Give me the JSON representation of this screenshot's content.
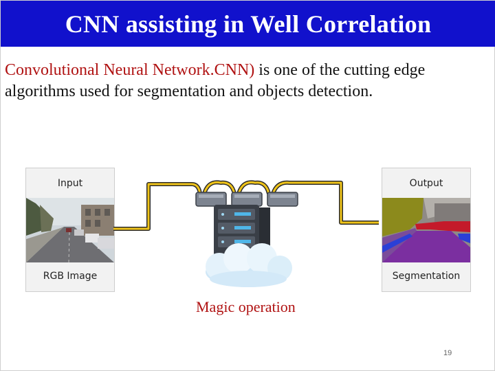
{
  "slide": {
    "title": "CNN assisting in Well Correlation",
    "body": {
      "highlight": "Convolutional Neural Network.CNN)",
      "rest": " is one of the cutting edge algorithms used for segmentation and objects detection."
    },
    "input_card": {
      "top_label": "Input",
      "bottom_label": "RGB Image"
    },
    "output_card": {
      "top_label": "Output",
      "bottom_label": "Segmentation"
    },
    "caption": "Magic operation",
    "page_number": "19"
  },
  "colors": {
    "title_bg": "#1111cc",
    "title_text": "#ffffff",
    "highlight_text": "#b01212",
    "cable": "#f0c419",
    "server": "#3a3f47",
    "server_light": "#4fb6e8"
  },
  "icons": [
    "server-icon",
    "cloud-icon",
    "cable-icon"
  ]
}
